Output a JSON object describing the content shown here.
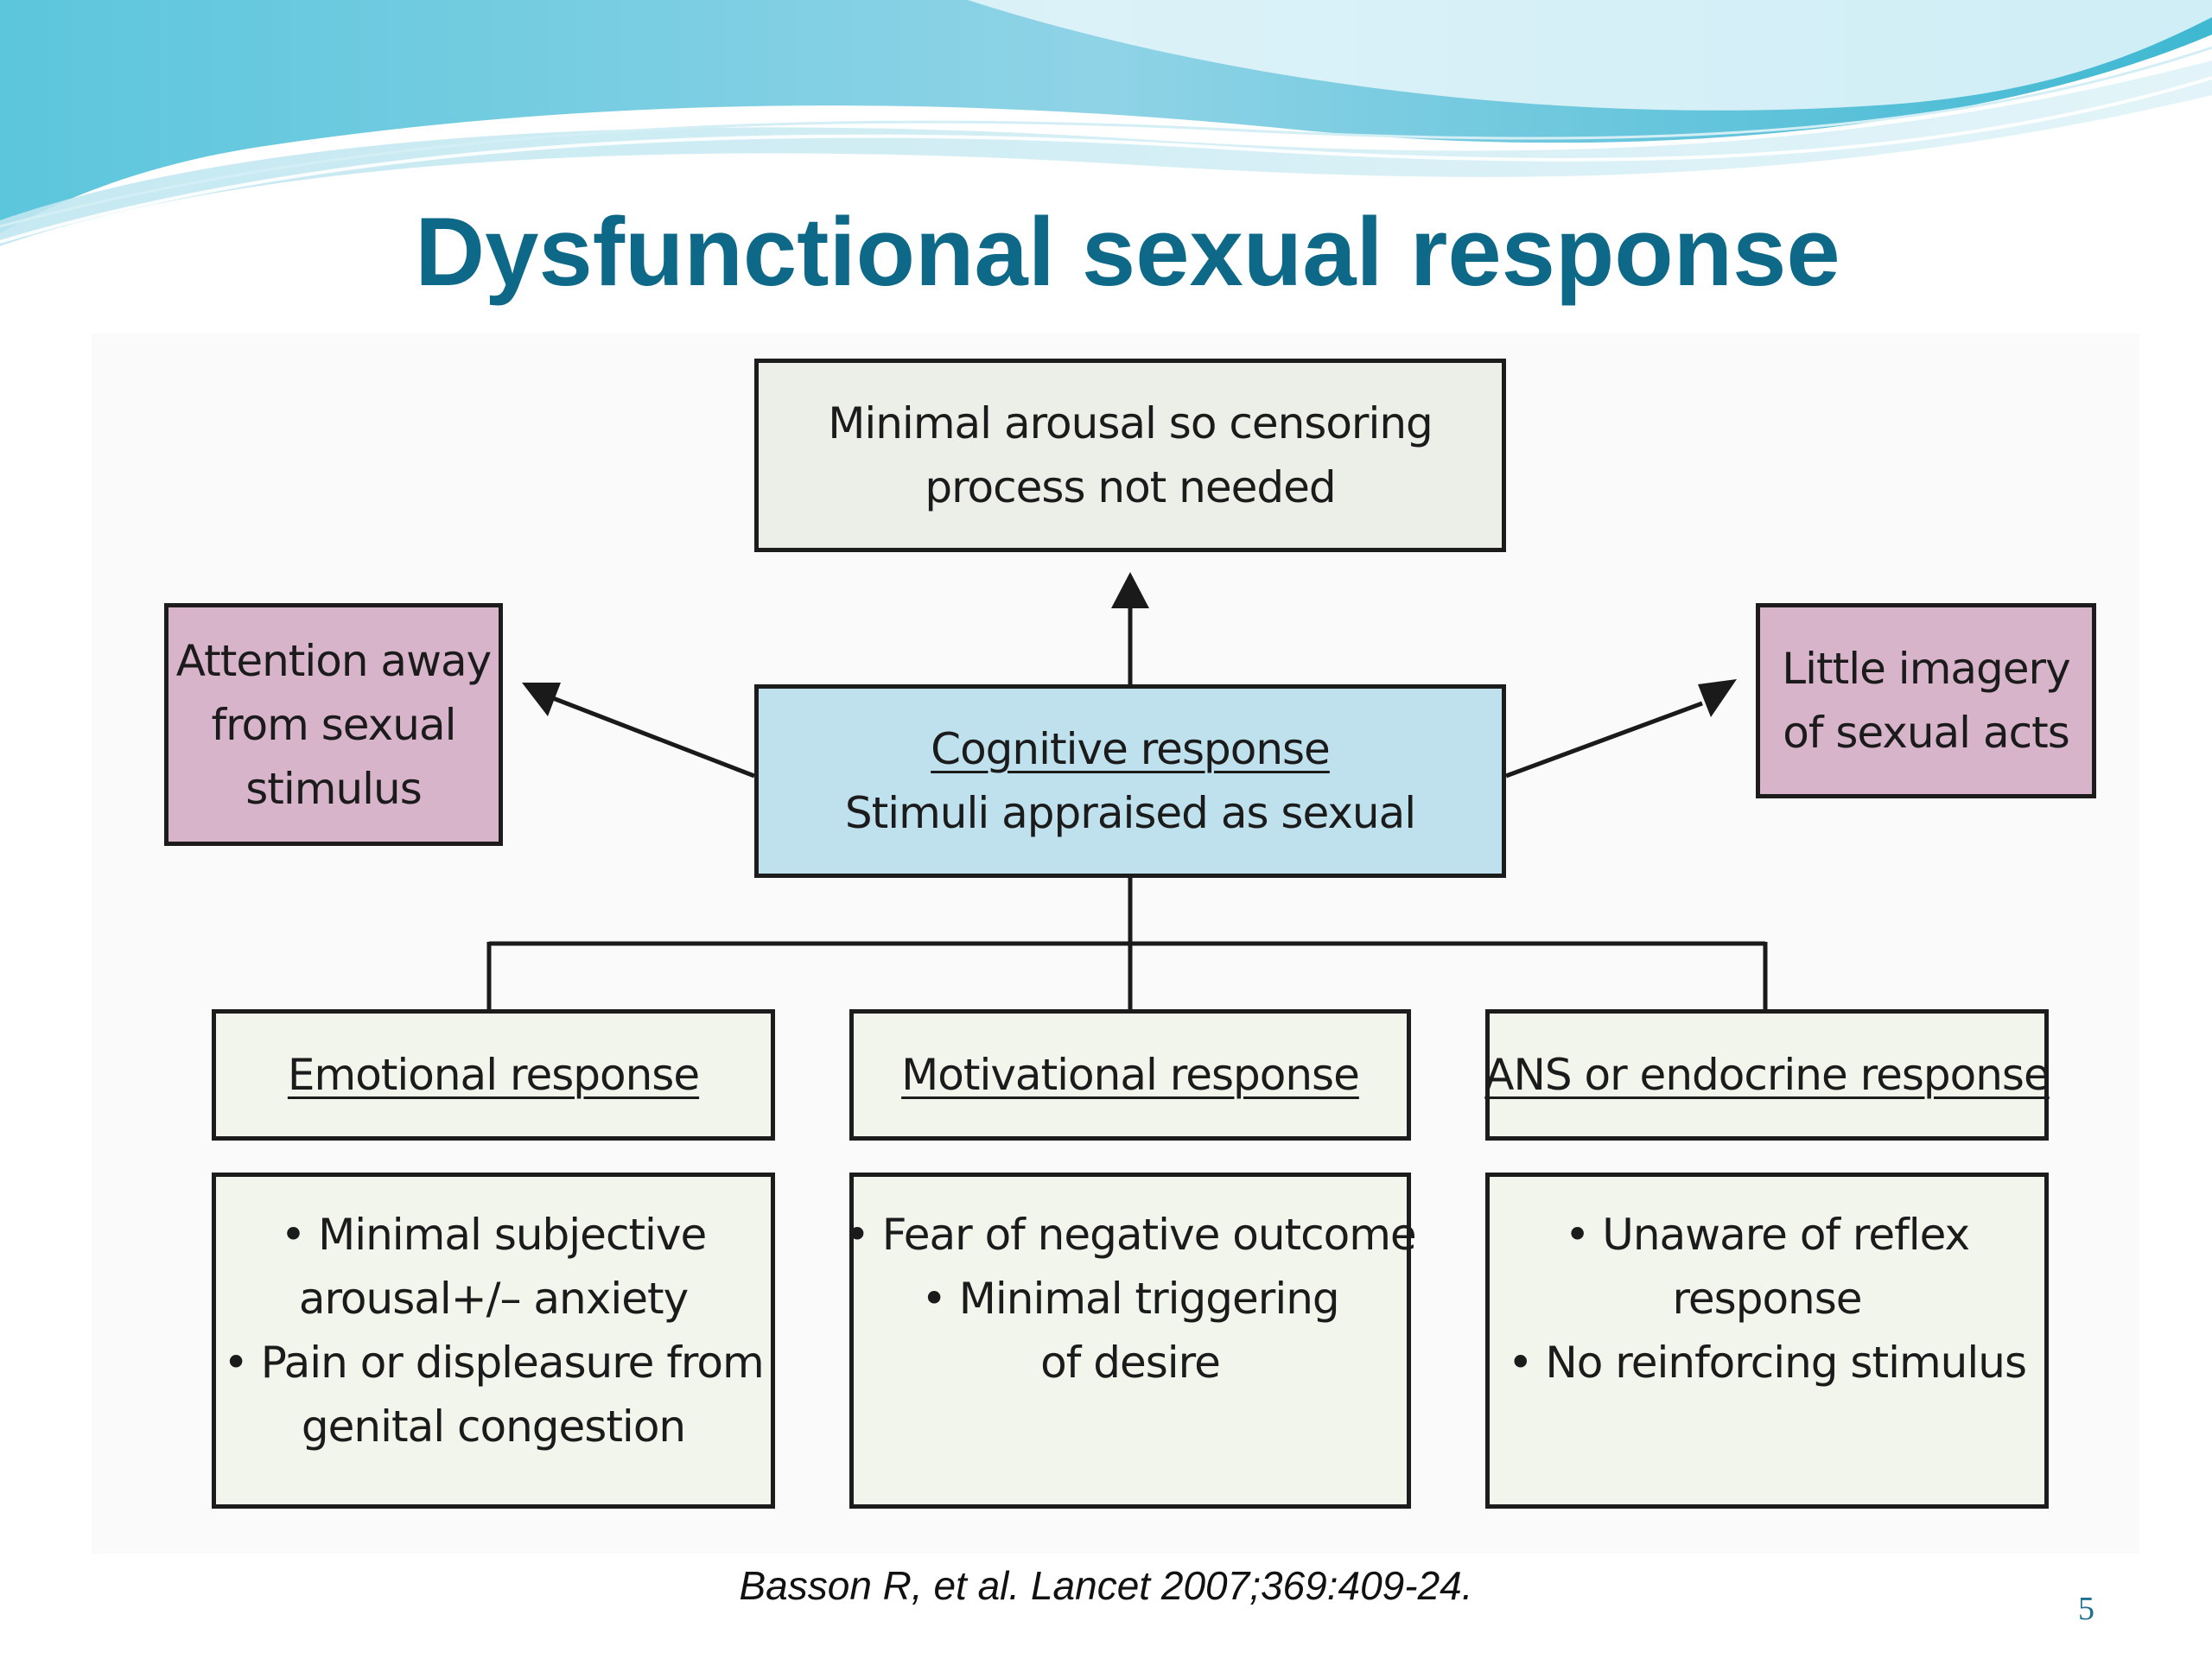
{
  "slide": {
    "title": "Dysfunctional sexual response",
    "citation": "Basson R, et al. Lancet 2007;369:409-24.",
    "page_number": "5"
  },
  "diagram": {
    "top": {
      "lines": [
        "Minimal arousal so censoring",
        "process not needed"
      ]
    },
    "left": {
      "lines": [
        "Attention away",
        "from sexual",
        "stimulus"
      ]
    },
    "right": {
      "lines": [
        "Little imagery",
        "of sexual acts"
      ]
    },
    "center": {
      "heading": "Cognitive response",
      "text": "Stimuli appraised as sexual"
    },
    "responses": [
      {
        "heading": "Emotional response",
        "details": [
          "• Minimal subjective",
          "arousal+/– anxiety",
          "• Pain or displeasure from",
          "genital congestion"
        ]
      },
      {
        "heading": "Motivational response",
        "details": [
          "• Fear of negative outcome",
          "• Minimal triggering",
          "of desire"
        ]
      },
      {
        "heading": "ANS or endocrine response",
        "details": [
          "• Unaware of reflex",
          "response",
          "• No reinforcing stimulus"
        ]
      }
    ]
  },
  "colors": {
    "title": "#0e6887",
    "center_box": "#bfe1ee",
    "side_boxes": "#d8b4cb",
    "top_box": "#ebefe8",
    "response_boxes": "#f2f5ec",
    "wave_accent": "#3cb4d0"
  }
}
